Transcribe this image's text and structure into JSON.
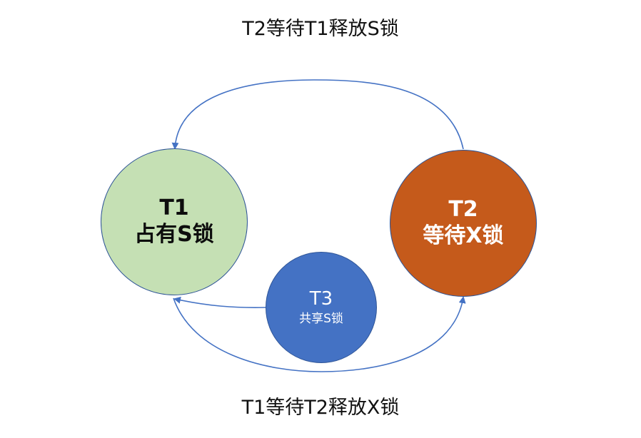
{
  "captions": {
    "top": "T2等待T1释放S锁",
    "bottom": "T1等待T2释放X锁"
  },
  "nodes": {
    "t1": {
      "name": "T1",
      "desc": "占有S锁",
      "fill": "#c5e0b4"
    },
    "t2": {
      "name": "T2",
      "desc": "等待X锁",
      "fill": "#c55a1b"
    },
    "t3": {
      "name": "T3",
      "desc": "共享S锁",
      "fill": "#4472c4"
    }
  },
  "edges": [
    {
      "from": "T2",
      "to": "T1"
    },
    {
      "from": "T1",
      "to": "T2"
    },
    {
      "from": "T3",
      "to": "T1"
    }
  ],
  "colors": {
    "arrow": "#4472c4",
    "outline": "#2f5597"
  }
}
